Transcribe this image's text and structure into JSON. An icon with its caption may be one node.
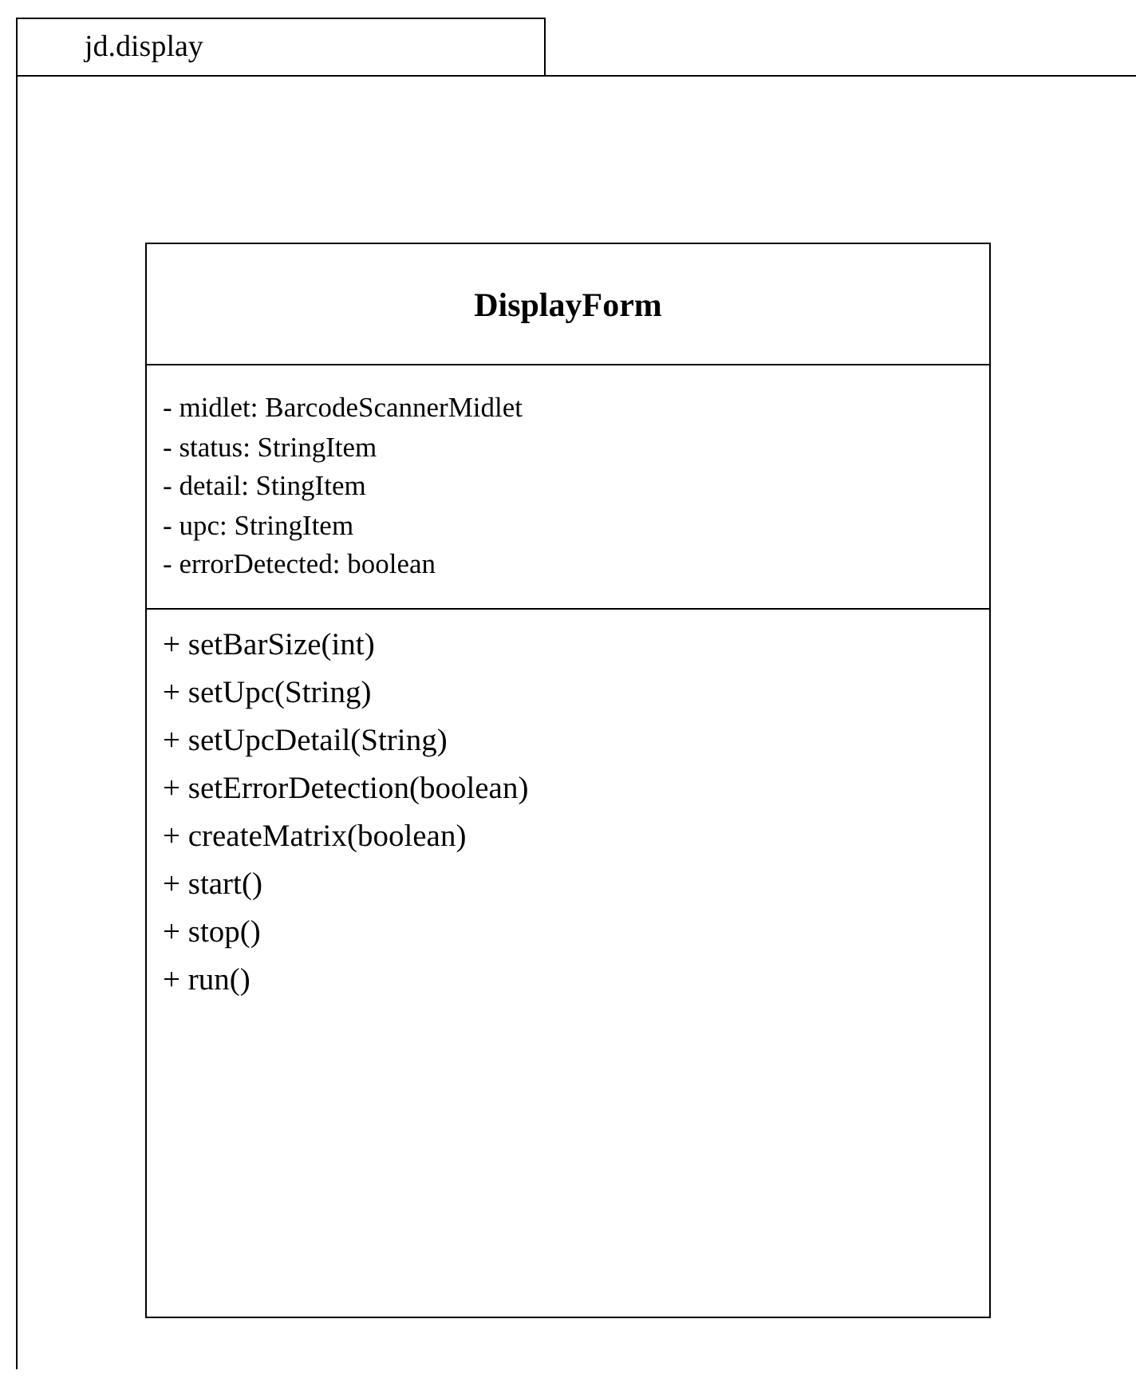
{
  "diagram": {
    "nodes": [
      {
        "text": [
          "jd.display"
        ]
      },
      {
        "text": [
          "DisplayForm"
        ],
        "in": 0
      },
      {
        "text": [
          "- midlet: BarcodeScannerMidlet",
          "- status: StringItem",
          "- detail: StingItem",
          "- upc: StringItem",
          "- errorDetected: boolean"
        ],
        "in": 1
      },
      {
        "text": [
          "+ setBarSize(int)",
          "+ setUpc(String)",
          "+ setUpcDetail(String)",
          "+ setErrorDetection(boolean)",
          "+ createMatrix(boolean)",
          "+ start()",
          "+ stop()",
          "+ run()"
        ],
        "in": 1
      }
    ]
  }
}
